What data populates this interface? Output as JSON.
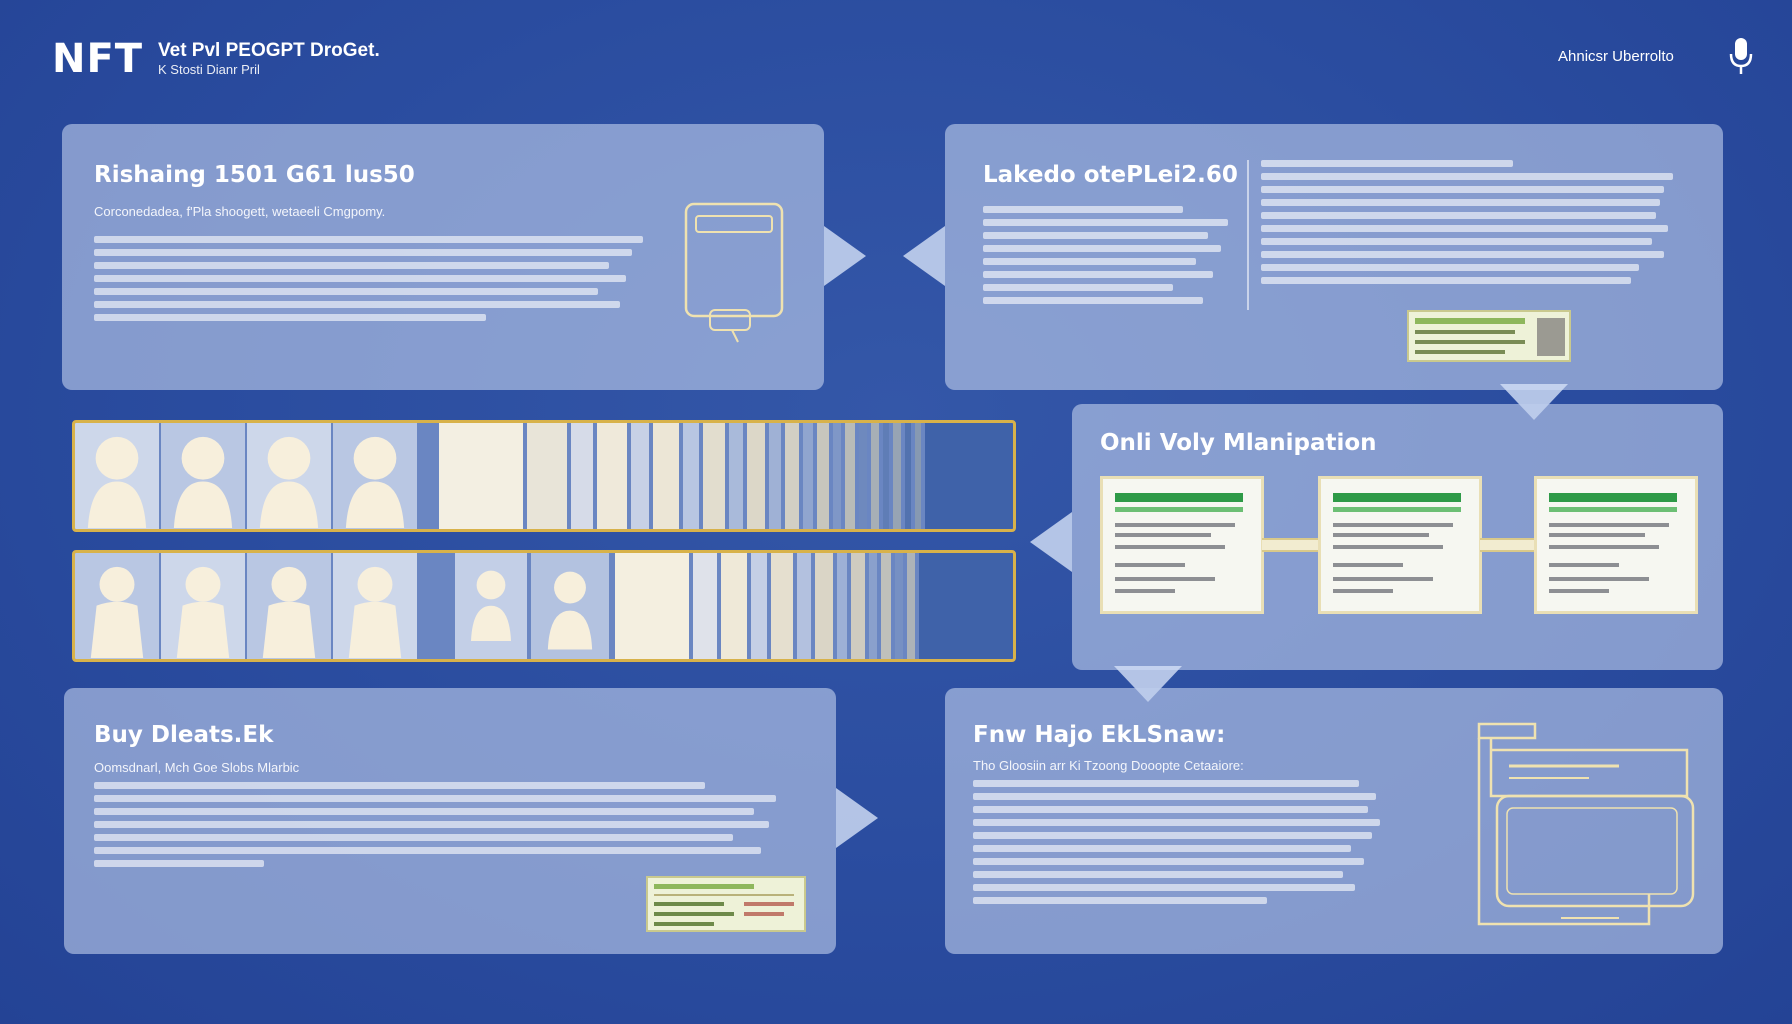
{
  "header": {
    "logo": "NFT",
    "title": "Vet Pvl PEOGPT DroGet.",
    "subtitle": "K Stosti Dianr Pril",
    "top_link": "Ahnicsr Uberrolto",
    "mic_icon": "microphone-icon"
  },
  "panels": {
    "p1": {
      "title": "Rishaing 1501 G61 lus50",
      "subtitle": "Corconedadea, f'Pla shoogett, wetaeeli Cmgpomy."
    },
    "p2": {
      "title": "Lakedo otePLei2.60"
    },
    "p3": {
      "title": "Onli Voly Mlanipation"
    },
    "p4": {
      "title": "Buy Dleats.Ek",
      "subtitle": "Oomsdnarl, Mch Goe Slobs Mlarbic"
    },
    "p5": {
      "title": "Fnw Hajo EkLSnaw:",
      "subtitle": "Tho Gloosiin arr Ki Tzoong Dooopte Cetaaiore:"
    }
  },
  "colors": {
    "background": "#2a4c9f",
    "panel": "#bccde9",
    "gold": "#d8b24a",
    "green": "#2e9a47"
  }
}
